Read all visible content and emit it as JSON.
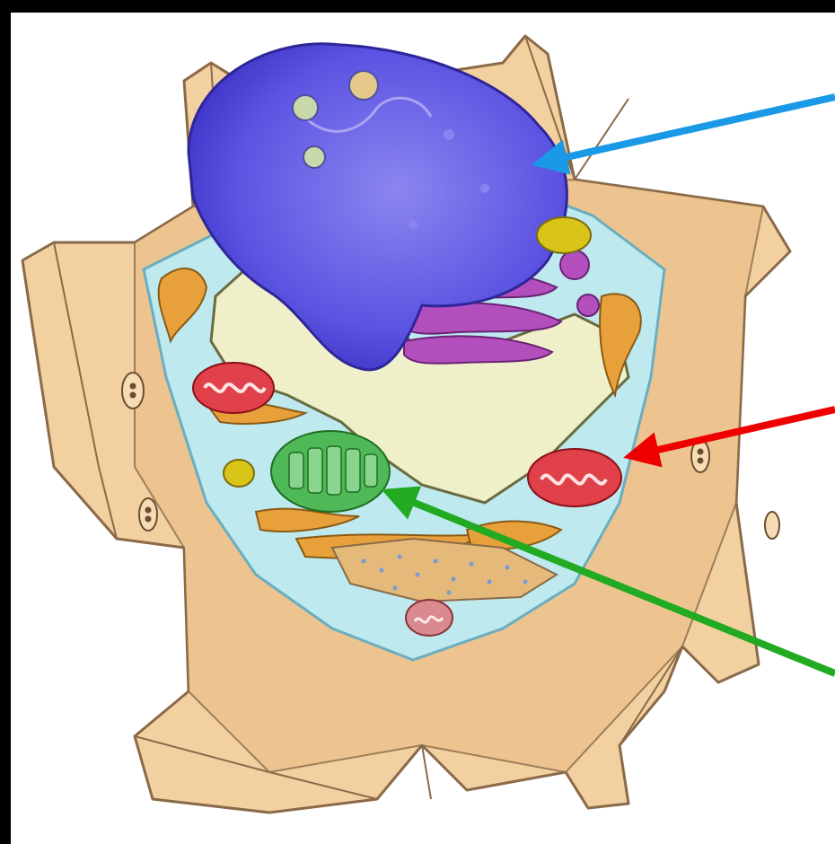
{
  "diagram": {
    "subject": "plant-cell-cross-section",
    "labels": [],
    "arrows": [
      {
        "target": "nucleus",
        "color": "#1a9ae6"
      },
      {
        "target": "mitochondrion",
        "color": "#ee0000"
      },
      {
        "target": "chloroplast",
        "color": "#22aa22"
      }
    ],
    "colors": {
      "background": "#000000",
      "panel": "#ffffff",
      "cell_wall": "#f2d0a0",
      "cell_wall_edge": "#8a6a48",
      "cytoplasm": "#bde9ef",
      "vacuole": "#efefc9",
      "nucleus": "#6b63e8",
      "golgi": "#b24fbd",
      "mitochondrion": "#e0404a",
      "chloroplast": "#4fb857",
      "er": "#e8a13a"
    }
  }
}
